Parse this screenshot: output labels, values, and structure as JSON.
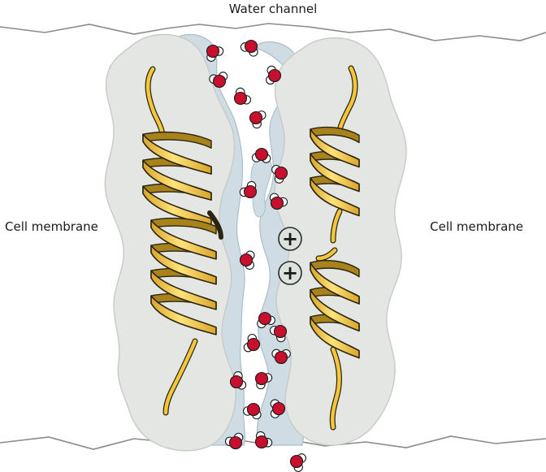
{
  "labels": {
    "title": "Water channel",
    "left": "Cell membrane",
    "right": "Cell membrane"
  },
  "symbols": {
    "ion": "+"
  },
  "colors": {
    "membrane_line": "#8a8a8a",
    "protein_fill": "#e4e6e4",
    "protein_edge": "#c6cbc6",
    "channel_fill": "#cfdce3",
    "channel_edge": "#a9bfcb",
    "helix_front": "#f4c63c",
    "helix_back": "#a8831b",
    "helix_stroke": "#2b2410",
    "oxygen": "#c8102e",
    "hydrogen": "#ffffff",
    "ion_fill": "#dbe3de",
    "ion_stroke": "#2a2a2a"
  }
}
